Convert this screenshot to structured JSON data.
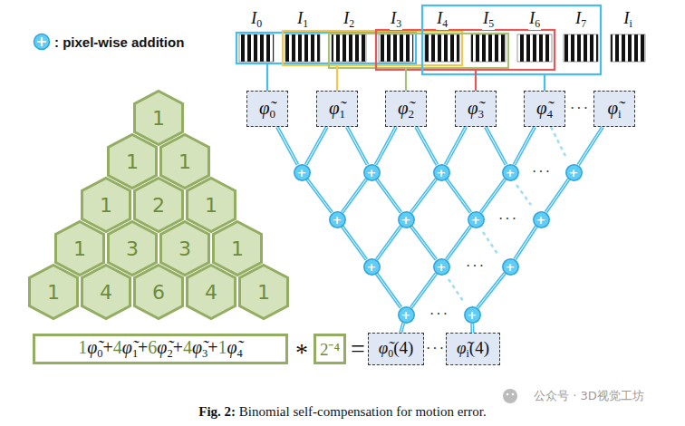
{
  "diagram": {
    "caption": "Fig. 2: Binomial self-compensation for motion error.",
    "nodes": [
      {
        "text": [
          "φ̃0"
        ]
      },
      {
        "text": [
          "φ̃1"
        ]
      },
      {
        "text": [
          "φ̃2"
        ]
      },
      {
        "text": [
          "φ̃3"
        ]
      },
      {
        "text": [
          "φ̃4"
        ]
      },
      {
        "text": [
          "φ̃i"
        ]
      },
      {
        "text": [
          "+"
        ]
      },
      {
        "text": [
          "+"
        ]
      },
      {
        "text": [
          "+"
        ]
      },
      {
        "text": [
          "+"
        ]
      },
      {
        "text": [
          "+"
        ]
      },
      {
        "text": [
          "+"
        ]
      },
      {
        "text": [
          "+"
        ]
      },
      {
        "text": [
          "+"
        ]
      },
      {
        "text": [
          "+"
        ]
      },
      {
        "text": [
          "+"
        ]
      },
      {
        "text": [
          "+"
        ]
      },
      {
        "text": [
          "+"
        ]
      },
      {
        "text": [
          "+"
        ]
      },
      {
        "text": [
          "+"
        ]
      },
      {
        "text": [
          "φ̃0(4)"
        ]
      },
      {
        "text": [
          "φ̃i(4)"
        ]
      },
      {
        "text": [
          "1"
        ]
      },
      {
        "text": [
          "1"
        ]
      },
      {
        "text": [
          "1"
        ]
      },
      {
        "text": [
          "1"
        ]
      },
      {
        "text": [
          "2"
        ]
      },
      {
        "text": [
          "1"
        ]
      },
      {
        "text": [
          "1"
        ]
      },
      {
        "text": [
          "3"
        ]
      },
      {
        "text": [
          "3"
        ]
      },
      {
        "text": [
          "1"
        ]
      },
      {
        "text": [
          "1"
        ]
      },
      {
        "text": [
          "4"
        ]
      },
      {
        "text": [
          "6"
        ]
      },
      {
        "text": [
          "4"
        ]
      },
      {
        "text": [
          "1"
        ]
      },
      {
        "text": [
          "1φ̃0+4φ̃1+6φ̃2+4φ̃3+1φ̃4"
        ]
      },
      {
        "text": [
          "2⁻⁴"
        ]
      }
    ],
    "edges": [
      {
        "from": 0,
        "to": 6,
        "arrow": "none"
      },
      {
        "from": 1,
        "to": 6,
        "arrow": "none"
      },
      {
        "from": 1,
        "to": 7,
        "arrow": "none"
      },
      {
        "from": 2,
        "to": 7,
        "arrow": "none"
      },
      {
        "from": 2,
        "to": 8,
        "arrow": "none"
      },
      {
        "from": 3,
        "to": 8,
        "arrow": "none"
      },
      {
        "from": 3,
        "to": 9,
        "arrow": "none"
      },
      {
        "from": 4,
        "to": 9,
        "arrow": "none"
      },
      {
        "from": 5,
        "to": 10,
        "arrow": "none"
      },
      {
        "from": 6,
        "to": 11,
        "arrow": "none"
      },
      {
        "from": 7,
        "to": 11,
        "arrow": "none"
      },
      {
        "from": 7,
        "to": 12,
        "arrow": "none"
      },
      {
        "from": 8,
        "to": 12,
        "arrow": "none"
      },
      {
        "from": 8,
        "to": 13,
        "arrow": "none"
      },
      {
        "from": 9,
        "to": 13,
        "arrow": "none"
      },
      {
        "from": 10,
        "to": 14,
        "arrow": "none"
      },
      {
        "from": 11,
        "to": 15,
        "arrow": "none"
      },
      {
        "from": 12,
        "to": 15,
        "arrow": "none"
      },
      {
        "from": 12,
        "to": 16,
        "arrow": "none"
      },
      {
        "from": 13,
        "to": 16,
        "arrow": "none"
      },
      {
        "from": 14,
        "to": 17,
        "arrow": "none"
      },
      {
        "from": 15,
        "to": 18,
        "arrow": "none"
      },
      {
        "from": 16,
        "to": 18,
        "arrow": "none"
      },
      {
        "from": 17,
        "to": 19,
        "arrow": "none"
      },
      {
        "from": 18,
        "to": 20,
        "arrow": "none"
      },
      {
        "from": 19,
        "to": 21,
        "arrow": "none"
      }
    ],
    "labels": [
      "I0",
      "I1",
      "I2",
      "I3",
      "I4",
      "I5",
      "I6",
      "I7",
      "Ii",
      "···",
      "···",
      "···",
      "···",
      "···",
      "···",
      "*",
      "=",
      "公众号 · 3D视觉工坊"
    ],
    "legend": [
      {
        "text": ": pixel-wise addition",
        "color": "#5fcdf5"
      }
    ]
  }
}
